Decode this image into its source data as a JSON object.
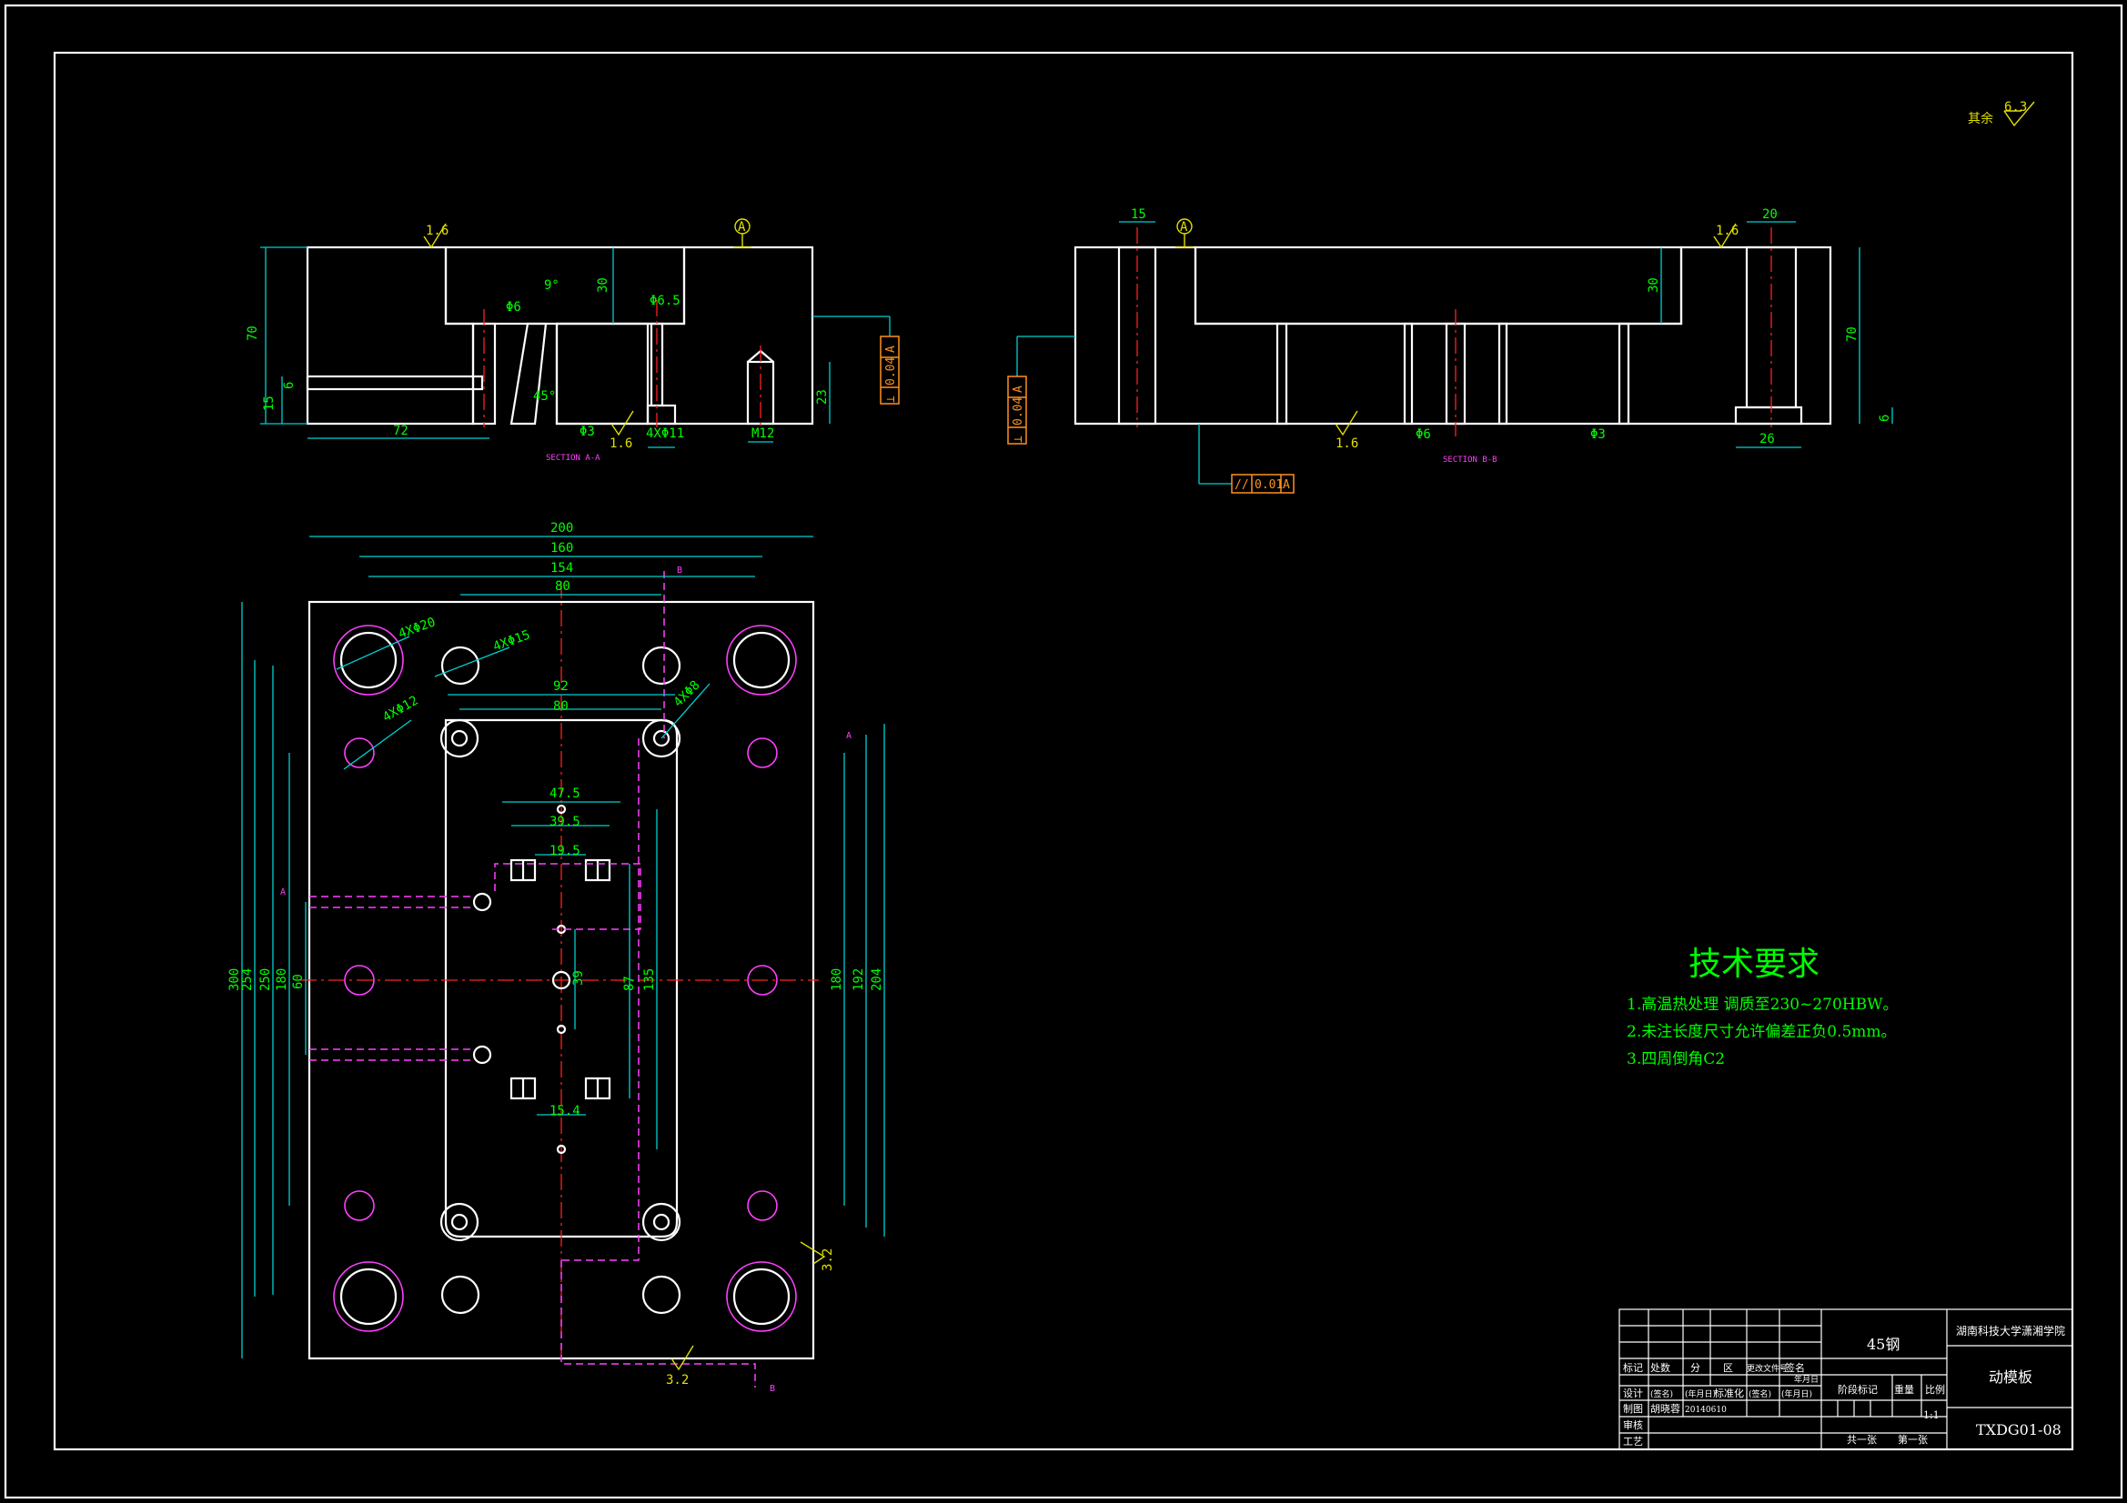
{
  "views": {
    "section_a": {
      "section_label": "SECTION A-A",
      "dims": {
        "height": "70",
        "pocket_depth": "30",
        "hole_d6": "Φ6",
        "angle": "9°",
        "hole_d65": "Φ6.5",
        "side_6": "6",
        "side_15": "15",
        "len_72": "72",
        "hole_d3": "Φ3",
        "cb": "4XΦ11",
        "thread": "M12",
        "depth_23": "23",
        "angle2": "45°"
      },
      "roughness": [
        "1.6",
        "1.6"
      ],
      "datum": "A",
      "tolerance": {
        "symbol": "⊥",
        "value": "0.04",
        "datum": "A"
      }
    },
    "section_b": {
      "section_label": "SECTION B-B",
      "dims": {
        "left_15": "15",
        "right_20": "20",
        "pocket_30": "30",
        "height_70": "70",
        "hole_d6": "Φ6",
        "hole_d3": "Φ3",
        "cb_26": "26",
        "side_6": "6"
      },
      "roughness": [
        "1.6",
        "1.6"
      ],
      "datum": "A",
      "tolerance_left": {
        "symbol": "⊥",
        "value": "0.04",
        "datum": "A"
      },
      "tolerance_bottom": {
        "symbol": "//",
        "value": "0.01",
        "datum": "A"
      }
    },
    "plan": {
      "dims_top": [
        "200",
        "160",
        "154",
        "80"
      ],
      "dims_inner": [
        "92",
        "80",
        "47.5",
        "39.5",
        "19.5",
        "15.4",
        "39"
      ],
      "dims_left": [
        "300",
        "254",
        "250",
        "180",
        "60"
      ],
      "dims_right": [
        "180",
        "192",
        "204"
      ],
      "dims_inner_v": [
        "87",
        "135"
      ],
      "hole_labels": [
        "4XΦ20",
        "4XΦ15",
        "4XΦ12",
        "4XΦ8"
      ],
      "section_marks": [
        "A",
        "A",
        "B",
        "B"
      ],
      "roughness": [
        "3.2",
        "3.2"
      ]
    }
  },
  "surface_note": {
    "label": "其余",
    "value": "6.3"
  },
  "tech_requirements": {
    "title": "技术要求",
    "lines": [
      "1.高温热处理 调质至230~270HBW。",
      "2.未注长度尺寸允许偏差正负0.5mm。",
      "3.四周倒角C2"
    ]
  },
  "title_block": {
    "material": "45钢",
    "school": "湖南科技大学潇湘学院",
    "part_name": "动模板",
    "drawing_no": "TXDG01-08",
    "scale": "1:1",
    "sheets_total": "共一张",
    "sheet_no": "第一张",
    "header_row": [
      "标记",
      "处数",
      "分",
      "区",
      "更改文件号",
      "签名",
      "年月日"
    ],
    "design_row": [
      "设计",
      "(签名)",
      "(年月日)",
      "标准化",
      "(签名)",
      "(年月日)"
    ],
    "draw_row": [
      "制图",
      "胡晓蓉",
      "20140610"
    ],
    "review": "审核",
    "process": "工艺",
    "stage_label": "阶段标记",
    "weight_label": "重量",
    "scale_label": "比例"
  }
}
